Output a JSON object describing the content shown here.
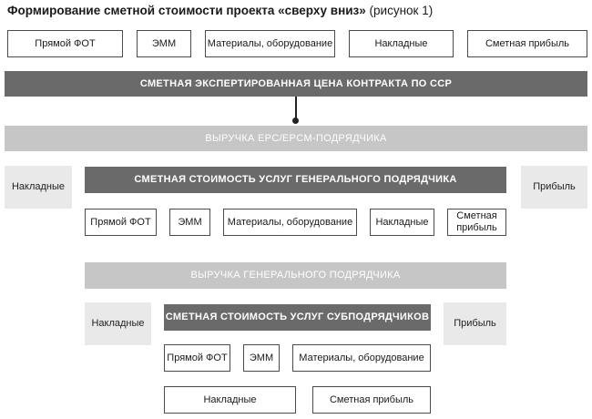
{
  "title": {
    "bold": "Формирование сметной стоимости проекта «сверху вниз»",
    "normal": "(рисунок 1)"
  },
  "row1": [
    "Прямой ФОТ",
    "ЭММ",
    "Материалы, оборудование",
    "Накладные",
    "Сметная прибыль"
  ],
  "ssr_price": "СМЕТНАЯ ЭКСПЕРТИРОВАННАЯ ЦЕНА КОНТРАКТА ПО ССР",
  "epc_revenue": "ВЫРУЧКА EPC/EPCM-ПОДРЯДЧИКА",
  "level2": {
    "left": "Накладные",
    "center": "СМЕТНАЯ СТОИМОСТЬ УСЛУГ ГЕНЕРАЛЬНОГО ПОДРЯДЧИКА",
    "right": "Прибыль",
    "items": [
      "Прямой ФОТ",
      "ЭММ",
      "Материалы, оборудование",
      "Накладные",
      "Сметная прибыль"
    ]
  },
  "gc_revenue": "ВЫРУЧКА ГЕНЕРАЛЬНОГО ПОДРЯДЧИКА",
  "level3": {
    "left": "Накладные",
    "center": "СМЕТНАЯ СТОИМОСТЬ УСЛУГ СУБПОДРЯДЧИКОВ",
    "right": "Прибыль",
    "items": [
      "Прямой ФОТ",
      "ЭММ",
      "Материалы, оборудование"
    ],
    "bottom": [
      "Накладные",
      "Сметная прибыль"
    ]
  }
}
